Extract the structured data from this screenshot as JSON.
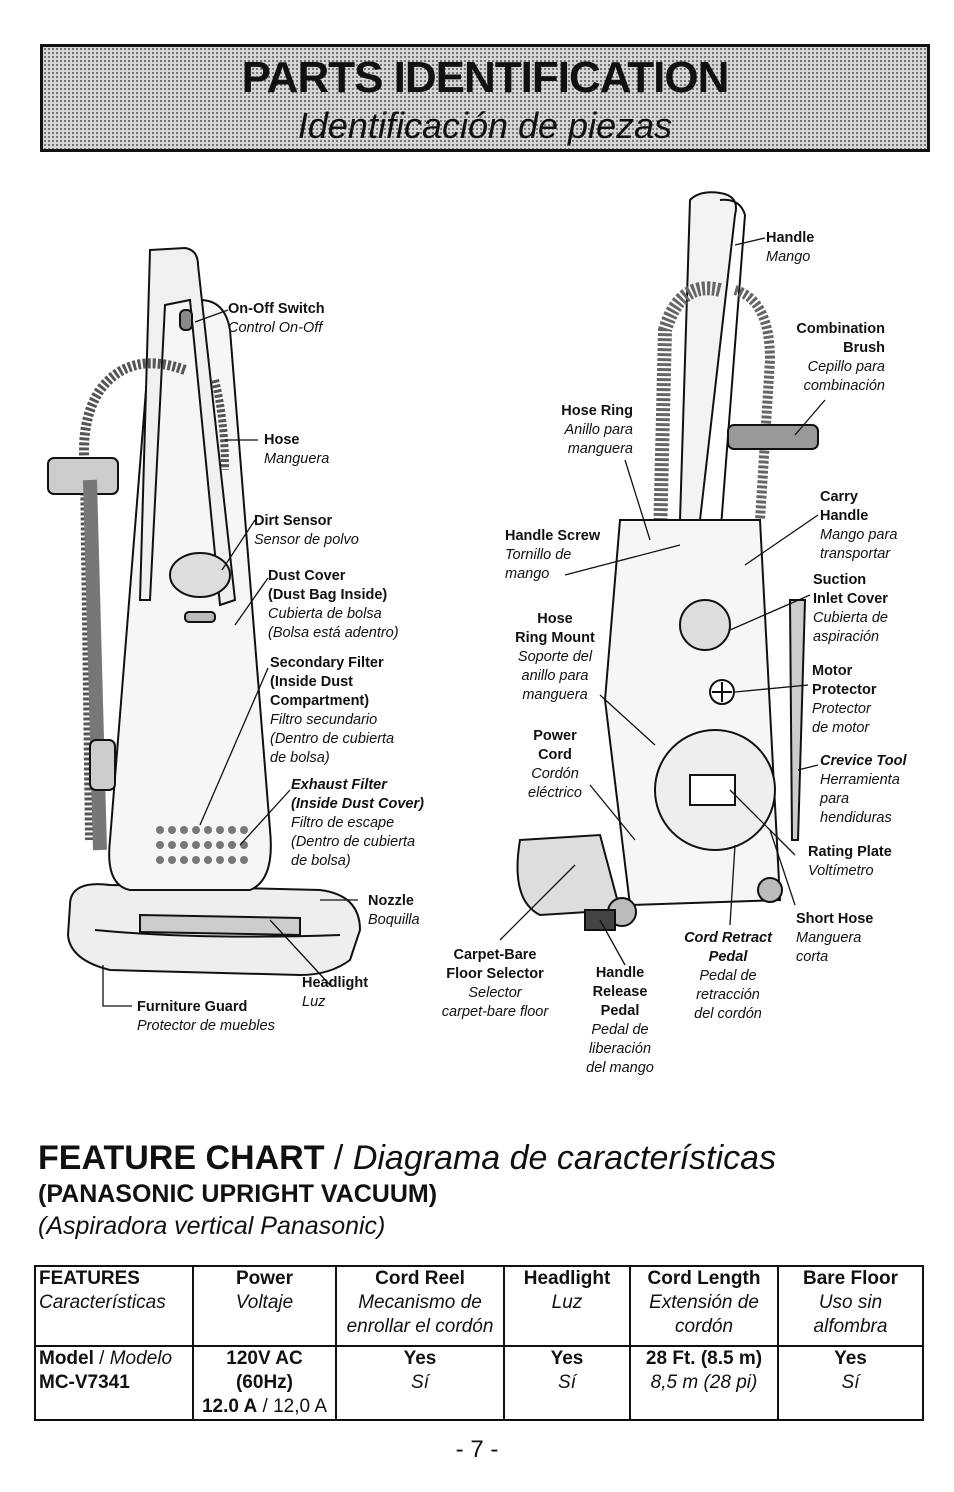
{
  "header": {
    "title": "PARTS IDENTIFICATION",
    "subtitle": "Identificación de piezas"
  },
  "labels": {
    "on_off": {
      "en": "On-Off Switch",
      "es": "Control On-Off"
    },
    "hose": {
      "en": "Hose",
      "es": "Manguera"
    },
    "dirt_sensor": {
      "en": "Dirt Sensor",
      "es": "Sensor de polvo"
    },
    "dust_cover": {
      "en1": "Dust Cover",
      "en2": "(Dust Bag Inside)",
      "es1": "Cubierta de bolsa",
      "es2": "(Bolsa está adentro)"
    },
    "secondary_filter": {
      "en1": "Secondary Filter",
      "en2": "(Inside Dust",
      "en3": "Compartment)",
      "es1": "Filtro secundario",
      "es2": "(Dentro de cubierta",
      "es3": "de bolsa)"
    },
    "exhaust_filter": {
      "en1": "Exhaust Filter",
      "en2": "(Inside Dust Cover)",
      "es1": "Filtro de escape",
      "es2": "(Dentro de cubierta",
      "es3": "de bolsa)"
    },
    "nozzle": {
      "en": "Nozzle",
      "es": "Boquilla"
    },
    "headlight": {
      "en": "Headlight",
      "es": "Luz"
    },
    "furniture_guard": {
      "en": "Furniture Guard",
      "es": "Protector de muebles"
    },
    "handle": {
      "en": "Handle",
      "es": "Mango"
    },
    "combination_brush": {
      "en1": "Combination",
      "en2": "Brush",
      "es1": "Cepillo para",
      "es2": "combinación"
    },
    "hose_ring": {
      "en": "Hose Ring",
      "es1": "Anillo para",
      "es2": "manguera"
    },
    "handle_screw": {
      "en": "Handle Screw",
      "es1": "Tornillo de",
      "es2": "mango"
    },
    "carry_handle": {
      "en1": "Carry",
      "en2": "Handle",
      "es1": "Mango para",
      "es2": "transportar"
    },
    "suction_inlet": {
      "en1": "Suction",
      "en2": "Inlet Cover",
      "es1": "Cubierta de",
      "es2": "aspiración"
    },
    "hose_ring_mount": {
      "en1": "Hose",
      "en2": "Ring Mount",
      "es1": "Soporte del",
      "es2": "anillo para",
      "es3": "manguera"
    },
    "motor_protector": {
      "en1": "Motor",
      "en2": "Protector",
      "es1": "Protector",
      "es2": "de motor"
    },
    "power_cord": {
      "en1": "Power",
      "en2": "Cord",
      "es1": "Cordón",
      "es2": "eléctrico"
    },
    "crevice_tool": {
      "en": "Crevice Tool",
      "es1": "Herramienta",
      "es2": "para",
      "es3": "hendiduras"
    },
    "rating_plate": {
      "en": "Rating Plate",
      "es": "Voltímetro"
    },
    "short_hose": {
      "en": "Short Hose",
      "es1": "Manguera",
      "es2": "corta"
    },
    "cord_retract": {
      "en1": "Cord Retract",
      "en2": "Pedal",
      "es1": "Pedal de",
      "es2": "retracción",
      "es3": "del cordón"
    },
    "carpet_bare": {
      "en1": "Carpet-Bare",
      "en2": "Floor Selector",
      "es1": "Selector",
      "es2": "carpet-bare floor"
    },
    "handle_release": {
      "en1": "Handle",
      "en2": "Release",
      "en3": "Pedal",
      "es1": "Pedal de",
      "es2": "liberación",
      "es3": "del mango"
    }
  },
  "feature_chart": {
    "title_en": "FEATURE CHART",
    "title_sep": " / ",
    "title_es": "Diagrama de características",
    "subtitle_en": "(PANASONIC UPRIGHT VACUUM)",
    "subtitle_es": "(Aspiradora vertical Panasonic)",
    "headers": [
      {
        "en": "FEATURES",
        "es": "Características"
      },
      {
        "en": "Power",
        "es": "Voltaje"
      },
      {
        "en": "Cord Reel",
        "es": "Mecanismo de enrollar el cordón"
      },
      {
        "en": "Headlight",
        "es": "Luz"
      },
      {
        "en": "Cord Length",
        "es": "Extensión de cordón"
      },
      {
        "en": "Bare Floor",
        "es": "Uso sin alfombra"
      }
    ],
    "row": {
      "model_label": "Model",
      "model_label_es": "Modelo",
      "model": "MC-V7341",
      "power_1": "120V AC (60Hz)",
      "power_2": "12.0 A",
      "power_2_es": "12,0 A",
      "cord_reel_en": "Yes",
      "cord_reel_es": "Sí",
      "headlight_en": "Yes",
      "headlight_es": "Sí",
      "cord_length_en": "28 Ft. (8.5 m)",
      "cord_length_es": "8,5 m (28 pi)",
      "bare_floor_en": "Yes",
      "bare_floor_es": "Sí"
    }
  },
  "page_number": "- 7 -"
}
